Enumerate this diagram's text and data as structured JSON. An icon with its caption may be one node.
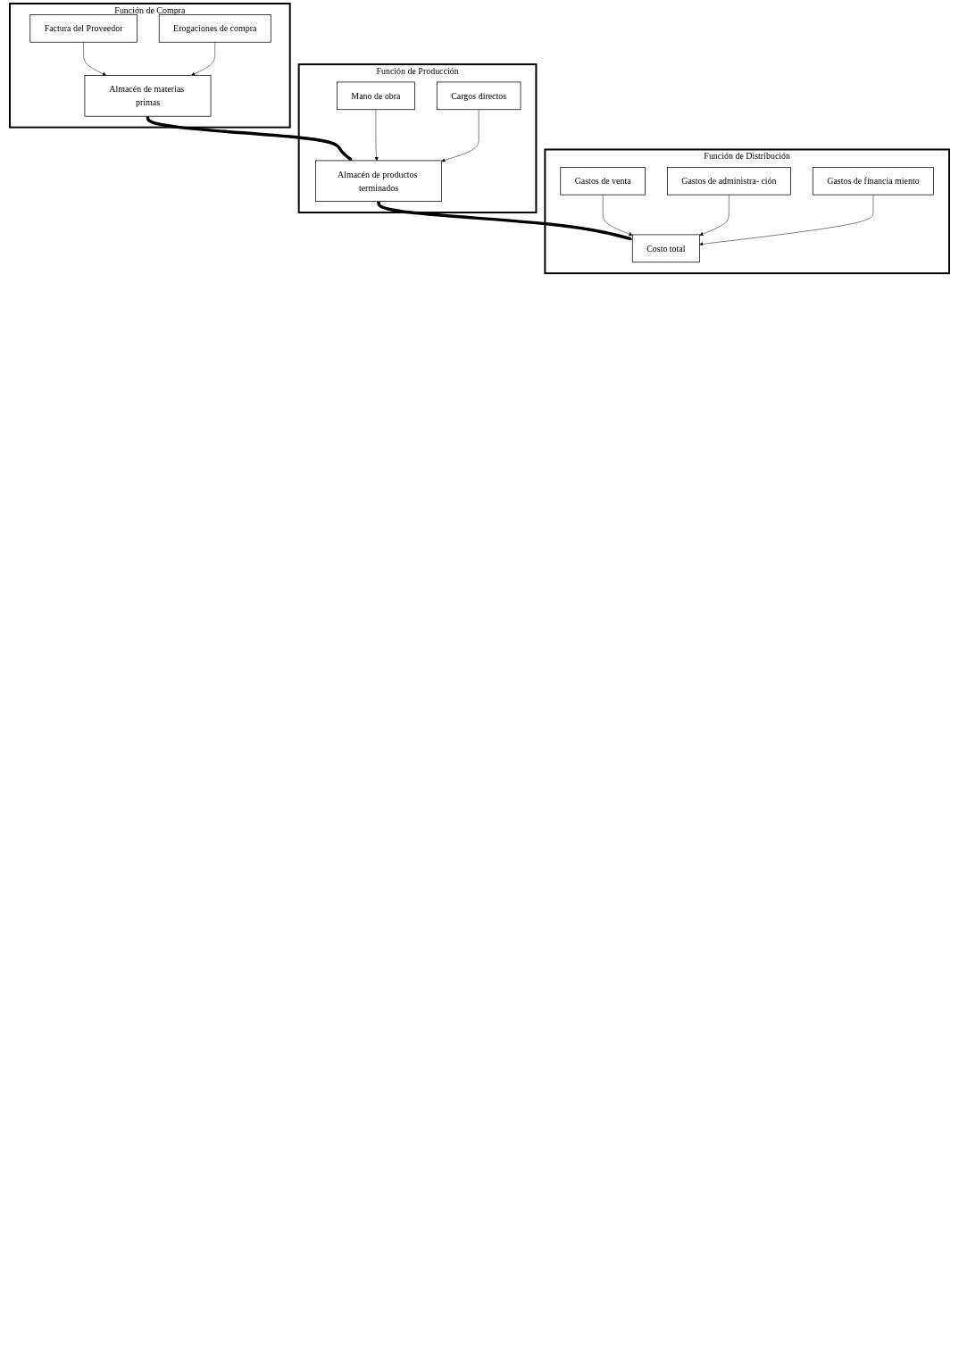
{
  "diagram": {
    "nodes": [
      {
        "text": [
          "Función de Compra"
        ]
      },
      {
        "text": [
          "Factura del Proveedor"
        ],
        "in": 0
      },
      {
        "text": [
          "Erogaciones de compra"
        ],
        "in": 0
      },
      {
        "text": [
          "Almacén de materias primas"
        ],
        "in": 0
      },
      {
        "text": [
          "Función de Producción"
        ]
      },
      {
        "text": [
          "Mano de obra"
        ],
        "in": 4
      },
      {
        "text": [
          "Cargos directos"
        ],
        "in": 4
      },
      {
        "text": [
          "Almacén de productos terminados"
        ],
        "in": 4
      },
      {
        "text": [
          "Función de Distribución"
        ]
      },
      {
        "text": [
          "Gastos de venta"
        ],
        "in": 8
      },
      {
        "text": [
          "Gastos de administra- ción"
        ],
        "in": 8
      },
      {
        "text": [
          "Gastos de financia miento"
        ],
        "in": 8
      },
      {
        "text": [
          "Costo total"
        ],
        "in": 8
      }
    ],
    "edges": [
      {
        "from": 1,
        "to": 3,
        "arrow": "to"
      },
      {
        "from": 2,
        "to": 3,
        "arrow": "to"
      },
      {
        "from": 3,
        "to": 7,
        "arrow": "to",
        "style": "thick"
      },
      {
        "from": 5,
        "to": 7,
        "arrow": "to"
      },
      {
        "from": 6,
        "to": 7,
        "arrow": "to"
      },
      {
        "from": 7,
        "to": 12,
        "arrow": "to",
        "style": "thick"
      },
      {
        "from": 9,
        "to": 12,
        "arrow": "to"
      },
      {
        "from": 10,
        "to": 12,
        "arrow": "to"
      },
      {
        "from": 11,
        "to": 12,
        "arrow": "to"
      }
    ]
  }
}
